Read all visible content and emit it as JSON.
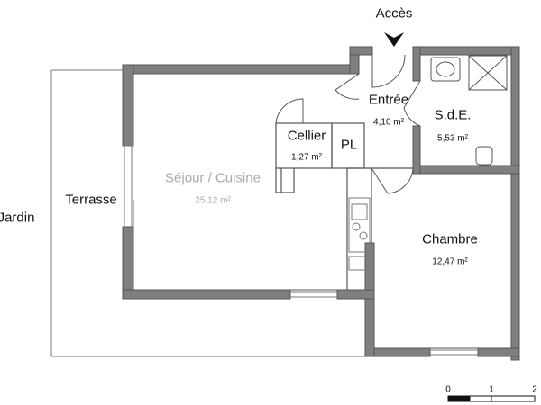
{
  "header": {
    "access_label": "Accès"
  },
  "rooms": {
    "sejour": {
      "name": "Séjour / Cuisine",
      "area": "25,12 m²"
    },
    "entree": {
      "name": "Entrée",
      "area": "4,10 m²"
    },
    "sde": {
      "name": "S.d.E.",
      "area": "5,53 m²"
    },
    "cellier": {
      "name": "Cellier",
      "area": "1,27 m²"
    },
    "pl": {
      "name": "PL"
    },
    "chambre": {
      "name": "Chambre",
      "area": "12,47 m²"
    },
    "terrasse": {
      "name": "Terrasse"
    },
    "jardin": {
      "name": "Jardin"
    }
  },
  "scale": {
    "ticks": [
      "0",
      "1",
      "2"
    ]
  },
  "colors": {
    "wall": "#7f7f7f",
    "line": "#555555",
    "text": "#111111"
  }
}
